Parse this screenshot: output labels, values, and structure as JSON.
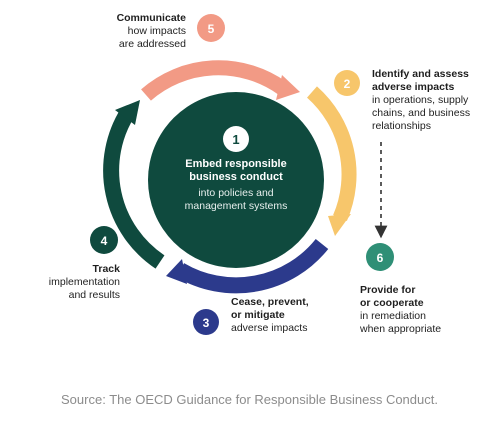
{
  "colors": {
    "teal_dark": "#0f4a3e",
    "salmon": "#f29a85",
    "yellow": "#f7c66b",
    "navy": "#2c3a8c",
    "green": "#2f8f76",
    "center_white_circle": "#ffffff"
  },
  "center": {
    "number": "1",
    "title_line1": "Embed responsible",
    "title_line2": "business conduct",
    "sub_line1": "into policies and",
    "sub_line2": "management systems"
  },
  "steps": [
    {
      "number": "5",
      "title": "Communicate",
      "lines": [
        "how impacts",
        "are addressed"
      ]
    },
    {
      "number": "2",
      "title": "Identify and assess",
      "title2": "adverse impacts",
      "lines": [
        "in operations, supply",
        "chains, and business",
        "relationships"
      ]
    },
    {
      "number": "6",
      "title": "Provide  for",
      "title2": "or cooperate",
      "lines": [
        "in remediation",
        "when appropriate"
      ]
    },
    {
      "number": "3",
      "title": "Cease, prevent,",
      "title2": "or mitigate",
      "lines": [
        "adverse impacts"
      ]
    },
    {
      "number": "4",
      "title": "Track",
      "lines": [
        "implementation",
        "and results"
      ]
    }
  ],
  "source": "Source: The OECD Guidance for Responsible Business Conduct."
}
